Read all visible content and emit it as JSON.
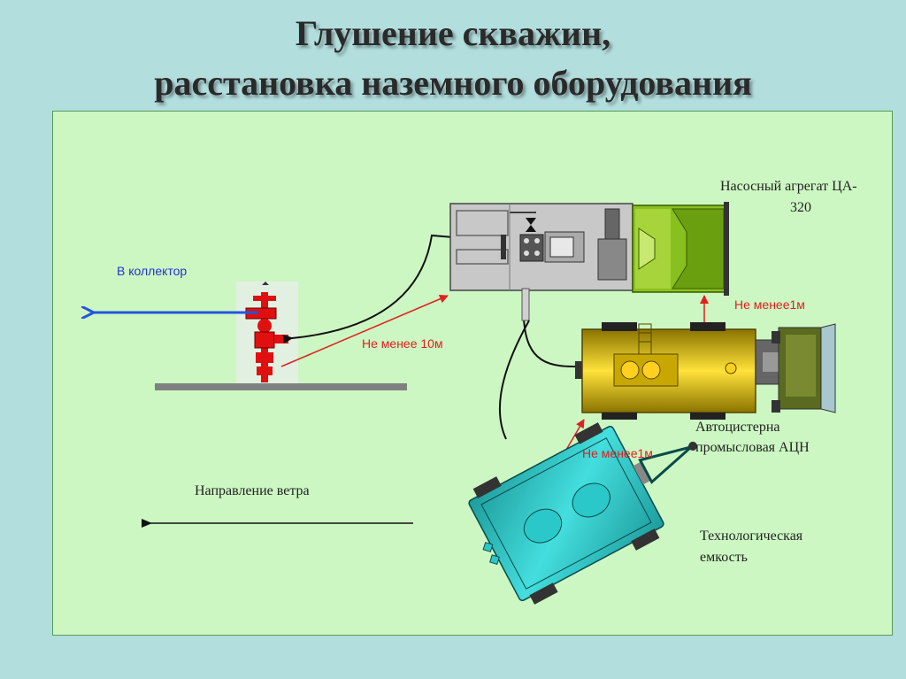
{
  "title": {
    "line1": "Глушение скважин,",
    "line2": "расстановка наземного оборудования"
  },
  "labels": {
    "collector": "В коллектор",
    "pump_unit_line1": "Насосный агрегат ЦА-",
    "pump_unit_line2": "320",
    "min_1m_top": "Не менее1м",
    "min_10m": "Не менее 10м",
    "tanker_line1": "Автоцистерна",
    "tanker_line2": "промысловая АЦН",
    "min_1m_bottom": "Не менее1м",
    "wind_direction": "Направление ветра",
    "tank_line1": "Технологическая",
    "tank_line2": "емкость"
  },
  "colors": {
    "background": "#b3dede",
    "panel": "#ccf7c2",
    "distance_arrow": "#e02020",
    "collector_arrow": "#2255dd",
    "pump_cab": "#88c020",
    "tanker_body": "#c8a800",
    "tank_body": "#22b8b8",
    "wellhead": "#e01010"
  }
}
